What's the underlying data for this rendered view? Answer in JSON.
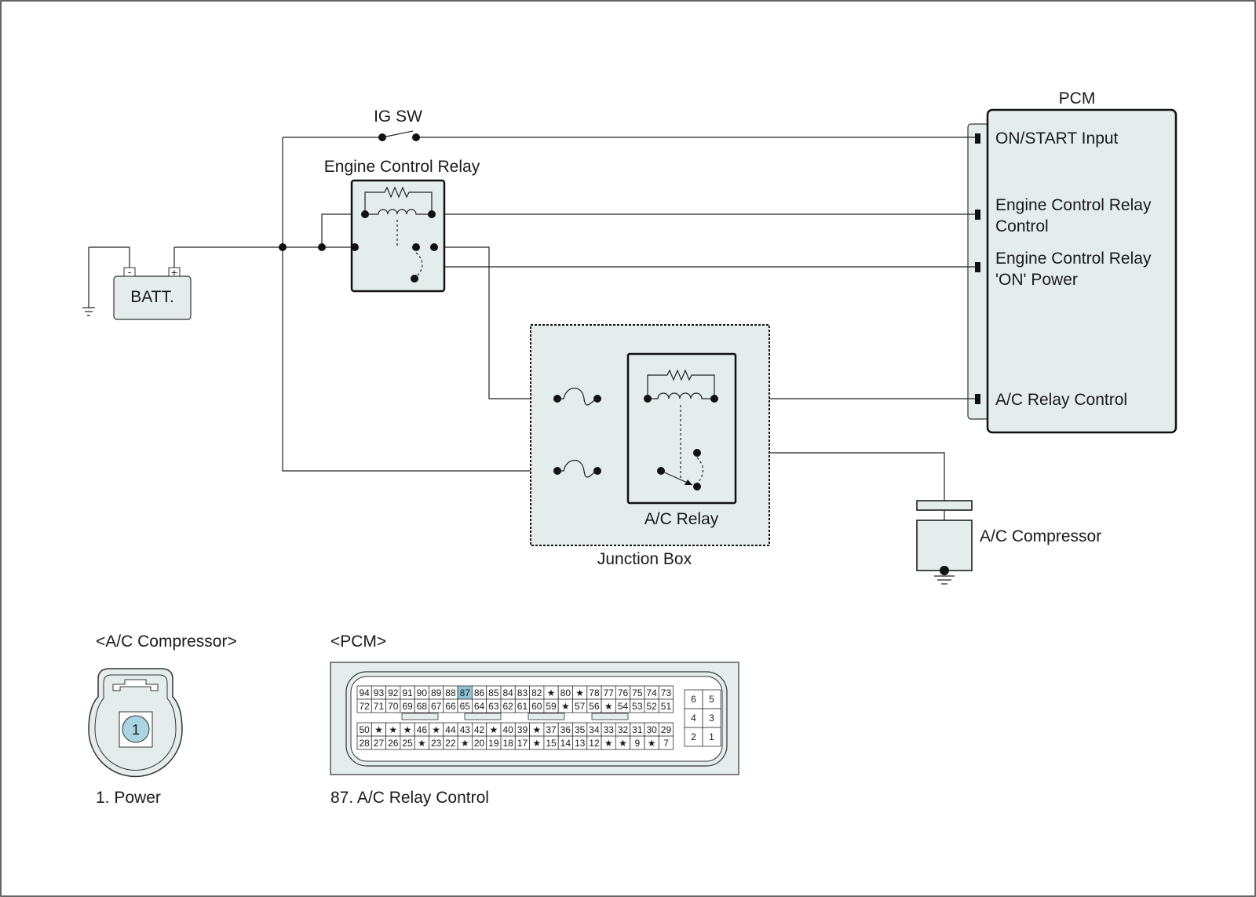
{
  "labels": {
    "ig_sw": "IG SW",
    "pcm_title": "PCM",
    "engine_control_relay": "Engine Control Relay",
    "battery": "BATT.",
    "battery_minus": "-",
    "battery_plus": "+",
    "junction_box": "Junction Box",
    "ac_relay": "A/C Relay",
    "ac_compressor": "A/C Compressor"
  },
  "pcm_terminals": [
    {
      "line1": "ON/START Input",
      "line2": ""
    },
    {
      "line1": "Engine Control Relay",
      "line2": "Control"
    },
    {
      "line1": "Engine Control Relay",
      "line2": "'ON' Power"
    },
    {
      "line1": "A/C Relay Control",
      "line2": ""
    }
  ],
  "connectors": {
    "compressor": {
      "title": "<A/C Compressor>",
      "pin": "1",
      "legend": "1. Power"
    },
    "pcm": {
      "title": "<PCM>",
      "legend": "87. A/C Relay Control",
      "highlight": "87",
      "highlight_color": "#8fc4d4",
      "rows": [
        [
          "94",
          "93",
          "92",
          "91",
          "90",
          "89",
          "88",
          "87",
          "86",
          "85",
          "84",
          "83",
          "82",
          "★",
          "80",
          "★",
          "78",
          "77",
          "76",
          "75",
          "74",
          "73"
        ],
        [
          "72",
          "71",
          "70",
          "69",
          "68",
          "67",
          "66",
          "65",
          "64",
          "63",
          "62",
          "61",
          "60",
          "59",
          "★",
          "57",
          "56",
          "★",
          "54",
          "53",
          "52",
          "51"
        ],
        [
          "50",
          "★",
          "★",
          "★",
          "46",
          "★",
          "44",
          "43",
          "42",
          "★",
          "40",
          "39",
          "★",
          "37",
          "36",
          "35",
          "34",
          "33",
          "32",
          "31",
          "30",
          "29"
        ],
        [
          "28",
          "27",
          "26",
          "25",
          "★",
          "23",
          "22",
          "★",
          "20",
          "19",
          "18",
          "17",
          "★",
          "15",
          "14",
          "13",
          "12",
          "★",
          "★",
          "9",
          "★",
          "7"
        ]
      ],
      "side_pins": [
        [
          "6",
          "5"
        ],
        [
          "4",
          "3"
        ],
        [
          "2",
          "1"
        ]
      ]
    }
  },
  "colors": {
    "component_fill": "#e4ecec",
    "pin_highlight": "#8fc4d4",
    "line": "#222222"
  }
}
